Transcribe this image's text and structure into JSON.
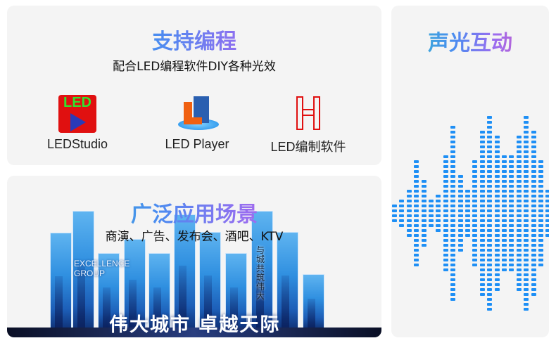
{
  "programming": {
    "title": "支持编程",
    "subtitle": "配合LED编程软件DIY各种光效",
    "software": [
      {
        "label": "LEDStudio",
        "icon": "ledstudio-icon",
        "icon_text": "LED"
      },
      {
        "label": "LED Player",
        "icon": "led-player-icon"
      },
      {
        "label": "LED编制软件",
        "icon": "h-logo-icon"
      }
    ]
  },
  "scenes": {
    "title": "广泛应用场景",
    "subtitle": "商演、广告、发布会、酒吧、KTV",
    "image_texts": [
      "EXCELLENCE GROUP",
      "与城共筑伟大"
    ],
    "banner": "伟大城市 卓越天际"
  },
  "interaction": {
    "title": "声光互动",
    "equalizer_color": "#1e8ff5",
    "equalizer_levels": [
      4,
      6,
      10,
      22,
      14,
      6,
      8,
      24,
      36,
      16,
      10,
      22,
      34,
      40,
      32,
      24,
      24,
      32,
      40,
      34,
      22,
      10
    ]
  }
}
